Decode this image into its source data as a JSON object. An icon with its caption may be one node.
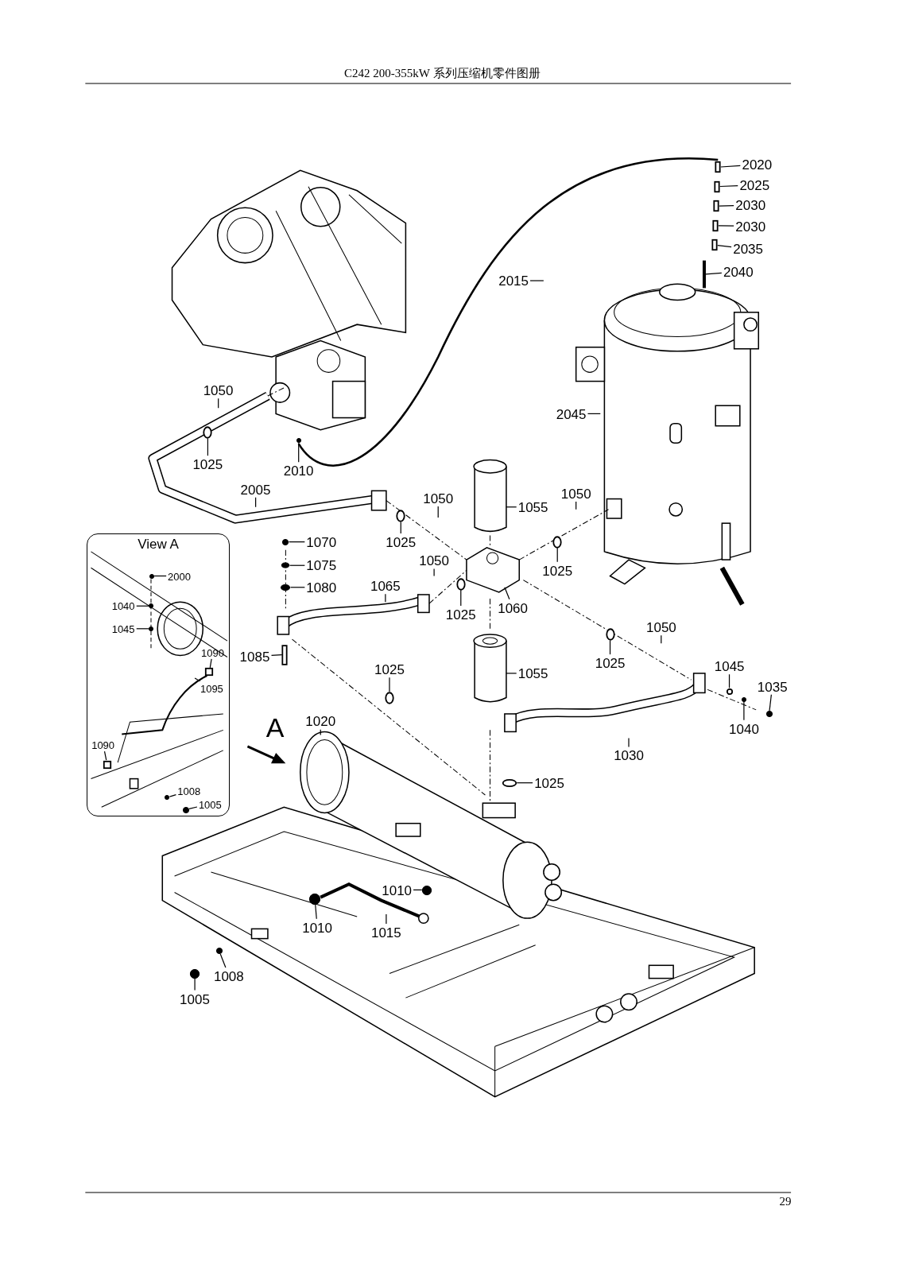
{
  "diagram": {
    "title": "C242 200-355kW 系列压缩机零件图册",
    "nodes": [
      {
        "text": [
          "2020"
        ]
      },
      {
        "text": [
          "2025"
        ]
      },
      {
        "text": [
          "2030"
        ]
      },
      {
        "text": [
          "2030"
        ]
      },
      {
        "text": [
          "2035"
        ]
      },
      {
        "text": [
          "2040"
        ]
      },
      {
        "text": [
          "2015"
        ]
      },
      {
        "text": [
          "2045"
        ]
      },
      {
        "text": [
          "1050"
        ]
      },
      {
        "text": [
          "1025"
        ]
      },
      {
        "text": [
          "2010"
        ]
      },
      {
        "text": [
          "2005"
        ]
      },
      {
        "text": [
          "1050"
        ]
      },
      {
        "text": [
          "1055"
        ]
      },
      {
        "text": [
          "1050"
        ]
      },
      {
        "text": [
          "1025"
        ]
      },
      {
        "text": [
          "1025"
        ]
      },
      {
        "text": [
          "View A"
        ]
      },
      {
        "text": [
          "2000"
        ],
        "in": 17
      },
      {
        "text": [
          "1040"
        ],
        "in": 17
      },
      {
        "text": [
          "1045"
        ],
        "in": 17
      },
      {
        "text": [
          "1090"
        ],
        "in": 17
      },
      {
        "text": [
          "1095"
        ],
        "in": 17
      },
      {
        "text": [
          "1090"
        ],
        "in": 17
      },
      {
        "text": [
          "1008"
        ],
        "in": 17
      },
      {
        "text": [
          "1005"
        ],
        "in": 17
      },
      {
        "text": [
          "1070"
        ]
      },
      {
        "text": [
          "1075"
        ]
      },
      {
        "text": [
          "1080"
        ]
      },
      {
        "text": [
          "1050"
        ]
      },
      {
        "text": [
          "1065"
        ]
      },
      {
        "text": [
          "1025"
        ]
      },
      {
        "text": [
          "1060"
        ]
      },
      {
        "text": [
          "1050"
        ]
      },
      {
        "text": [
          "1025"
        ]
      },
      {
        "text": [
          "1085"
        ]
      },
      {
        "text": [
          "1025"
        ]
      },
      {
        "text": [
          "1055"
        ]
      },
      {
        "text": [
          "1045"
        ]
      },
      {
        "text": [
          "1035"
        ]
      },
      {
        "text": [
          "1040"
        ]
      },
      {
        "text": [
          "1020"
        ]
      },
      {
        "text": [
          "1030"
        ]
      },
      {
        "text": [
          "1025"
        ]
      },
      {
        "text": [
          "1010"
        ]
      },
      {
        "text": [
          "1010"
        ]
      },
      {
        "text": [
          "1015"
        ]
      },
      {
        "text": [
          "1008"
        ]
      },
      {
        "text": [
          "1005"
        ]
      },
      {
        "text": [],
        "shape": "box"
      },
      {
        "text": [],
        "shape": "box"
      },
      {
        "text": [],
        "shape": "box"
      },
      {
        "text": [],
        "shape": "box"
      },
      {
        "text": [],
        "shape": "box"
      },
      {
        "text": [],
        "shape": "box"
      },
      {
        "text": [],
        "shape": "circle"
      },
      {
        "text": [],
        "shape": "circle"
      },
      {
        "text": [],
        "shape": "circle"
      },
      {
        "text": [],
        "shape": "circle"
      },
      {
        "text": [],
        "shape": "circle",
        "in": 17
      },
      {
        "text": [],
        "shape": "circle",
        "in": 17
      },
      {
        "text": [],
        "shape": "circle",
        "in": 17
      },
      {
        "text": [],
        "shape": "box",
        "in": 17
      },
      {
        "text": [],
        "shape": "box",
        "in": 17
      },
      {
        "text": [],
        "shape": "circle",
        "in": 17
      },
      {
        "text": [],
        "shape": "circle",
        "in": 17
      },
      {
        "text": [],
        "shape": "circle"
      },
      {
        "text": [],
        "shape": "circle"
      },
      {
        "text": [],
        "shape": "circle"
      },
      {
        "text": [],
        "shape": "circle"
      },
      {
        "text": [],
        "shape": "circle"
      },
      {
        "text": [],
        "shape": "box"
      },
      {
        "text": [],
        "shape": "circle"
      },
      {
        "text": [],
        "shape": "circle"
      },
      {
        "text": [],
        "shape": "circle"
      },
      {
        "text": [],
        "shape": "circle"
      },
      {
        "text": [],
        "shape": "circle"
      },
      {
        "text": [],
        "shape": "circle"
      },
      {
        "text": [],
        "shape": "circle"
      },
      {
        "text": [],
        "shape": "circle"
      },
      {
        "text": [],
        "shape": "circle"
      }
    ],
    "edges": [
      {
        "from": 0,
        "to": 49,
        "arrow": "none"
      },
      {
        "from": 1,
        "to": 50,
        "arrow": "none"
      },
      {
        "from": 2,
        "to": 51,
        "arrow": "none"
      },
      {
        "from": 3,
        "to": 52,
        "arrow": "none"
      },
      {
        "from": 4,
        "to": 53,
        "arrow": "none"
      },
      {
        "from": 5,
        "to": 54,
        "arrow": "none"
      },
      {
        "from": 6,
        "to": null,
        "arrow": "none"
      },
      {
        "from": 7,
        "to": null,
        "arrow": "none"
      },
      {
        "from": 8,
        "to": null,
        "arrow": "none"
      },
      {
        "from": 9,
        "to": 55,
        "arrow": "none"
      },
      {
        "from": 10,
        "to": 56,
        "arrow": "none"
      },
      {
        "from": 11,
        "to": null,
        "arrow": "none"
      },
      {
        "from": 12,
        "to": null,
        "arrow": "none"
      },
      {
        "from": 13,
        "to": null,
        "arrow": "none"
      },
      {
        "from": 14,
        "to": null,
        "arrow": "none"
      },
      {
        "from": 15,
        "to": 57,
        "arrow": "none"
      },
      {
        "from": 16,
        "to": 58,
        "arrow": "none"
      },
      {
        "from": 18,
        "to": 59,
        "arrow": "none"
      },
      {
        "from": 19,
        "to": 60,
        "arrow": "none"
      },
      {
        "from": 20,
        "to": 61,
        "arrow": "none"
      },
      {
        "from": 21,
        "to": 62,
        "arrow": "none"
      },
      {
        "from": 22,
        "to": null,
        "arrow": "none"
      },
      {
        "from": 23,
        "to": 63,
        "arrow": "none"
      },
      {
        "from": 24,
        "to": 64,
        "arrow": "none"
      },
      {
        "from": 25,
        "to": 65,
        "arrow": "none"
      },
      {
        "from": 26,
        "to": 66,
        "arrow": "none"
      },
      {
        "from": 27,
        "to": 67,
        "arrow": "none"
      },
      {
        "from": 28,
        "to": 68,
        "arrow": "none"
      },
      {
        "from": 29,
        "to": null,
        "arrow": "none"
      },
      {
        "from": 30,
        "to": null,
        "arrow": "none"
      },
      {
        "from": 31,
        "to": 69,
        "arrow": "none"
      },
      {
        "from": 32,
        "to": null,
        "arrow": "none"
      },
      {
        "from": 33,
        "to": null,
        "arrow": "none"
      },
      {
        "from": 34,
        "to": 70,
        "arrow": "none"
      },
      {
        "from": 35,
        "to": 71,
        "arrow": "none"
      },
      {
        "from": 36,
        "to": 72,
        "arrow": "none"
      },
      {
        "from": 37,
        "to": null,
        "arrow": "none"
      },
      {
        "from": 38,
        "to": 73,
        "arrow": "none"
      },
      {
        "from": 39,
        "to": 74,
        "arrow": "none"
      },
      {
        "from": 40,
        "to": 75,
        "arrow": "none"
      },
      {
        "from": 41,
        "to": null,
        "arrow": "none"
      },
      {
        "from": 42,
        "to": null,
        "arrow": "none"
      },
      {
        "from": 43,
        "to": 76,
        "arrow": "none"
      },
      {
        "from": 44,
        "to": 77,
        "arrow": "none"
      },
      {
        "from": 45,
        "to": 78,
        "arrow": "none"
      },
      {
        "from": 46,
        "to": null,
        "arrow": "none"
      },
      {
        "from": 47,
        "to": 79,
        "arrow": "none"
      },
      {
        "from": 48,
        "to": 80,
        "arrow": "none"
      }
    ],
    "labels": [
      "A",
      "29"
    ]
  }
}
